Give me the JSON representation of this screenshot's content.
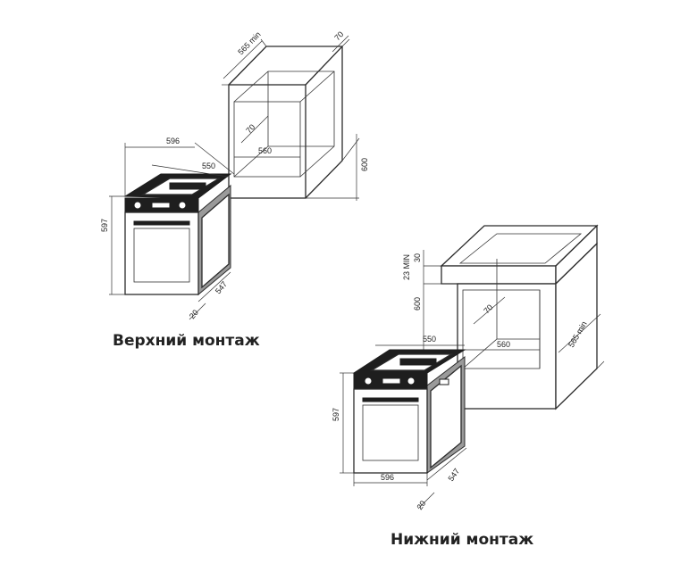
{
  "captions": {
    "top_install": "Верхний монтаж",
    "bottom_install": "Нижний монтаж"
  },
  "top_cabinet": {
    "depth_min": "565 min",
    "top_offset": "70",
    "inner_70": "70",
    "width_560": "560",
    "height_600": "600"
  },
  "top_oven": {
    "width_596": "596",
    "width_550": "550",
    "height_597": "597",
    "depth_547": "547",
    "front_20": "20"
  },
  "bottom_cabinet": {
    "gap_30": "30",
    "gap_23min": "23 MIN",
    "height_600": "600",
    "inner_70": "70",
    "width_560": "560",
    "depth_min": "565 min"
  },
  "bottom_oven": {
    "width_550": "550",
    "height_597": "597",
    "width_596": "596",
    "depth_547": "547",
    "front_20": "20"
  }
}
